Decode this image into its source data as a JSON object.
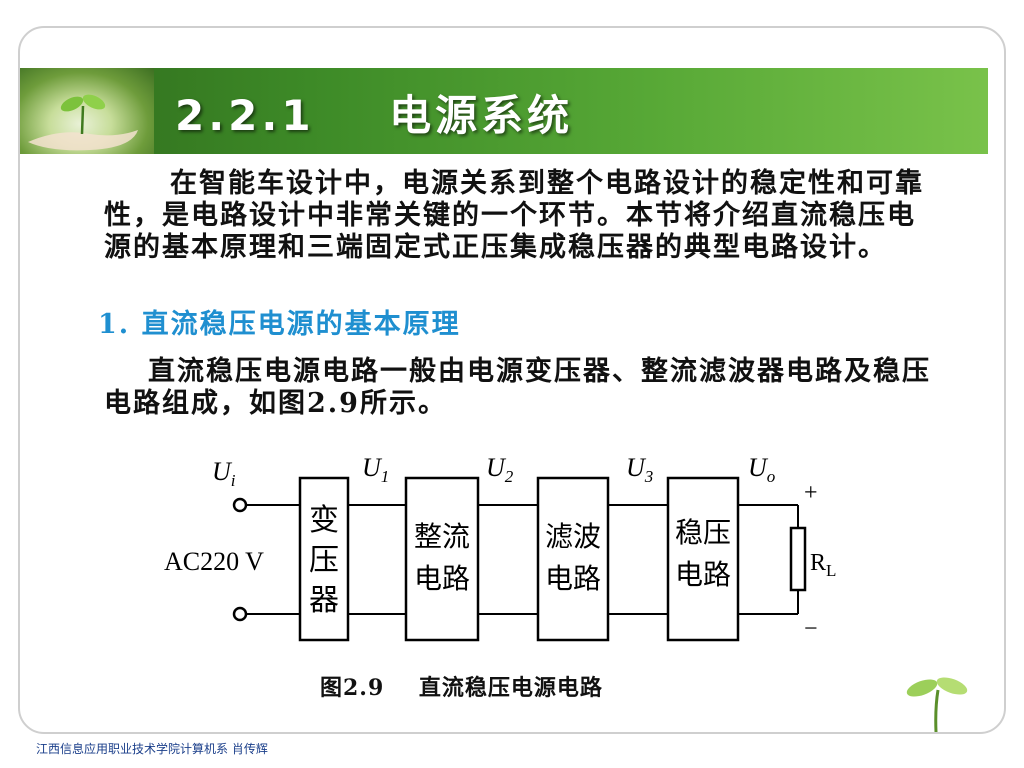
{
  "header": {
    "title": "2.2.1    电源系统"
  },
  "body": {
    "paragraph1": "在智能车设计中，电源关系到整个电路设计的稳定性和可靠性，是电路设计中非常关键的一个环节。本节将介绍直流稳压电源的基本原理和三端固定式正压集成稳压器的典型电路设计。",
    "subheading": "1. 直流稳压电源的基本原理",
    "paragraph2": "直流稳压电源电路一般由电源变压器、整流滤波器电路及稳压电路组成，如图2.9所示。"
  },
  "diagram": {
    "input_label": "AC220 V",
    "voltages": [
      "U",
      "U",
      "U",
      "U",
      "U"
    ],
    "voltage_subscripts": [
      "i",
      "1",
      "2",
      "3",
      "o"
    ],
    "blocks": [
      {
        "line1": "变",
        "line2": "压",
        "line3": "器"
      },
      {
        "line1": "整流",
        "line2": "电路"
      },
      {
        "line1": "滤波",
        "line2": "电路"
      },
      {
        "line1": "稳压",
        "line2": "电路"
      }
    ],
    "load_label": "R",
    "load_subscript": "L",
    "plus": "+",
    "minus": "−"
  },
  "caption": "图2.9    直流稳压电源电路",
  "footer": "江西信息应用职业技术学院计算机系    肖传辉",
  "colors": {
    "banner_green": "#3d8a27",
    "subheading_blue": "#1f8fd0",
    "footer_blue": "#1a3e8a"
  }
}
